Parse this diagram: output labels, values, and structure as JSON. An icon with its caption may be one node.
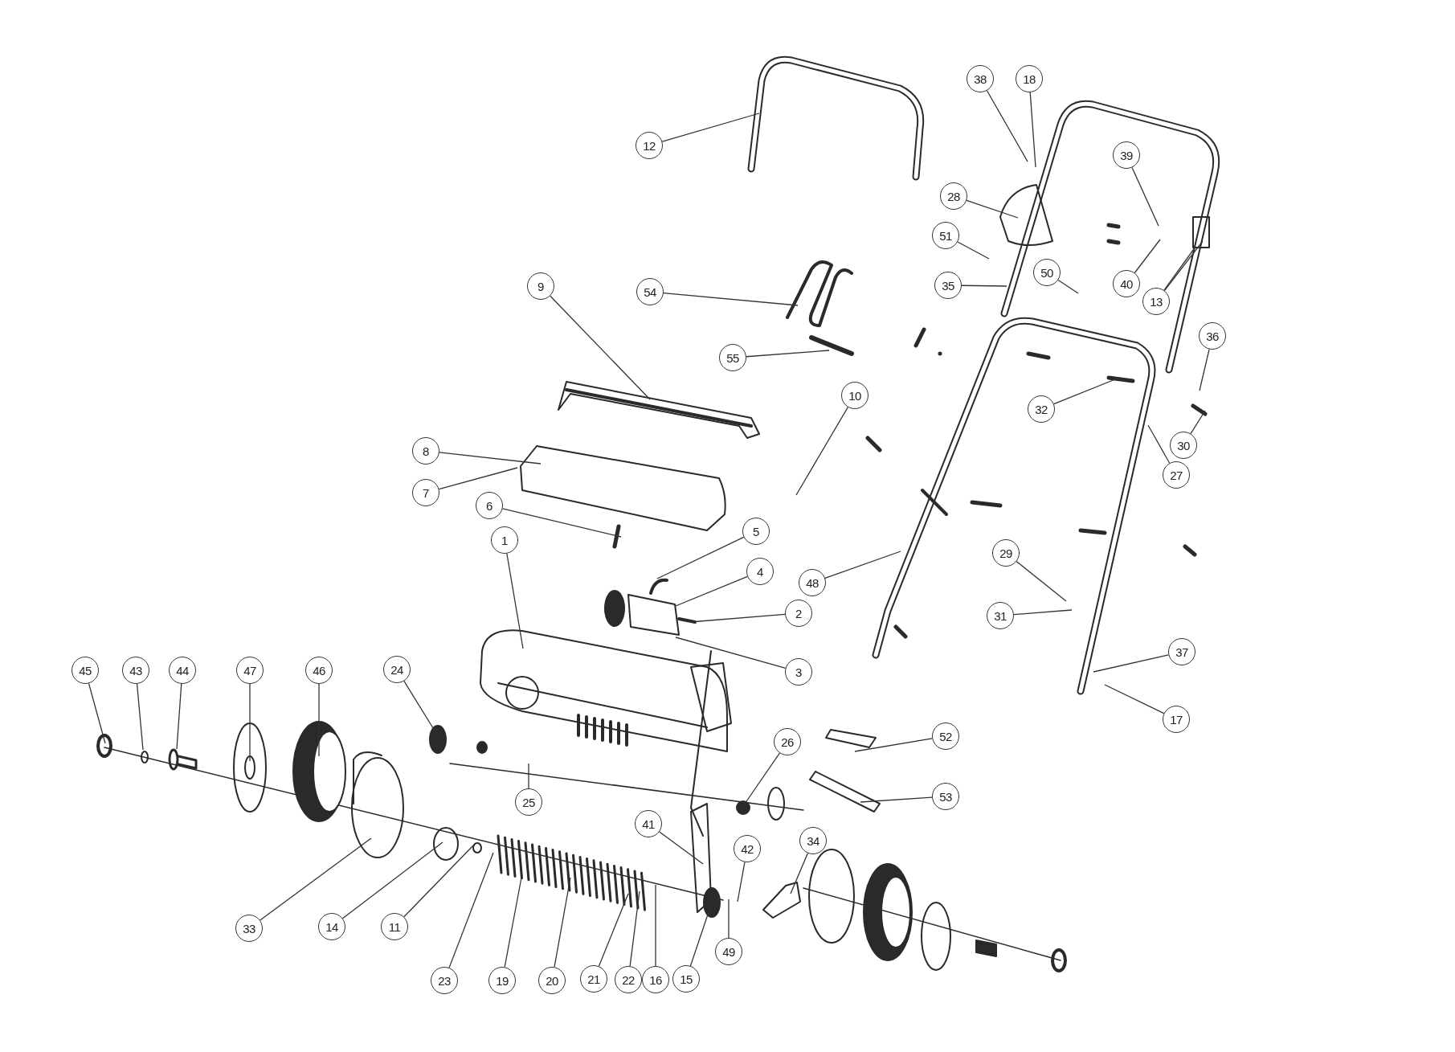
{
  "diagram": {
    "nodes": [
      {
        "text": [
          "38"
        ]
      },
      {
        "text": [
          "18"
        ]
      },
      {
        "text": [
          "12"
        ]
      },
      {
        "text": [
          "39"
        ]
      },
      {
        "text": [
          "28"
        ]
      },
      {
        "text": [
          "51"
        ]
      },
      {
        "text": [
          "50"
        ]
      },
      {
        "text": [
          "35"
        ]
      },
      {
        "text": [
          "54"
        ]
      },
      {
        "text": [
          "40"
        ]
      },
      {
        "text": [
          "13"
        ]
      },
      {
        "text": [
          "55"
        ]
      },
      {
        "text": [
          "9"
        ]
      },
      {
        "text": [
          "36"
        ]
      },
      {
        "text": [
          "32"
        ]
      },
      {
        "text": [
          "10"
        ]
      },
      {
        "text": [
          "30"
        ]
      },
      {
        "text": [
          "27"
        ]
      },
      {
        "text": [
          "8"
        ]
      },
      {
        "text": [
          "7"
        ]
      },
      {
        "text": [
          "6"
        ]
      },
      {
        "text": [
          "5"
        ]
      },
      {
        "text": [
          "1"
        ]
      },
      {
        "text": [
          "4"
        ]
      },
      {
        "text": [
          "48"
        ]
      },
      {
        "text": [
          "29"
        ]
      },
      {
        "text": [
          "2"
        ]
      },
      {
        "text": [
          "31"
        ]
      },
      {
        "text": [
          "3"
        ]
      },
      {
        "text": [
          "37"
        ]
      },
      {
        "text": [
          "45"
        ]
      },
      {
        "text": [
          "43"
        ]
      },
      {
        "text": [
          "44"
        ]
      },
      {
        "text": [
          "47"
        ]
      },
      {
        "text": [
          "46"
        ]
      },
      {
        "text": [
          "24"
        ]
      },
      {
        "text": [
          "17"
        ]
      },
      {
        "text": [
          "52"
        ]
      },
      {
        "text": [
          "26"
        ]
      },
      {
        "text": [
          "25"
        ]
      },
      {
        "text": [
          "53"
        ]
      },
      {
        "text": [
          "41"
        ]
      },
      {
        "text": [
          "34"
        ]
      },
      {
        "text": [
          "42"
        ]
      },
      {
        "text": [
          "33"
        ]
      },
      {
        "text": [
          "14"
        ]
      },
      {
        "text": [
          "11"
        ]
      },
      {
        "text": [
          "49"
        ]
      },
      {
        "text": [
          "23"
        ]
      },
      {
        "text": [
          "19"
        ]
      },
      {
        "text": [
          "20"
        ]
      },
      {
        "text": [
          "21"
        ]
      },
      {
        "text": [
          "22"
        ]
      },
      {
        "text": [
          "16"
        ]
      },
      {
        "text": [
          "15"
        ]
      }
    ],
    "edges": [
      {
        "from": 0,
        "to": null,
        "arrow": "none"
      },
      {
        "from": 1,
        "to": null,
        "arrow": "none"
      },
      {
        "from": 2,
        "to": null,
        "arrow": "none"
      },
      {
        "from": 3,
        "to": null,
        "arrow": "none"
      },
      {
        "from": 4,
        "to": null,
        "arrow": "none"
      },
      {
        "from": 5,
        "to": null,
        "arrow": "none"
      },
      {
        "from": 6,
        "to": null,
        "arrow": "none"
      },
      {
        "from": 7,
        "to": null,
        "arrow": "none"
      },
      {
        "from": 8,
        "to": null,
        "arrow": "none"
      },
      {
        "from": 9,
        "to": null,
        "arrow": "none"
      },
      {
        "from": 10,
        "to": null,
        "arrow": "none"
      },
      {
        "from": 10,
        "to": null,
        "arrow": "none"
      },
      {
        "from": 11,
        "to": null,
        "arrow": "none"
      },
      {
        "from": 12,
        "to": null,
        "arrow": "none"
      },
      {
        "from": 13,
        "to": null,
        "arrow": "none"
      },
      {
        "from": 14,
        "to": null,
        "arrow": "none"
      },
      {
        "from": 15,
        "to": null,
        "arrow": "none"
      },
      {
        "from": 16,
        "to": null,
        "arrow": "none"
      },
      {
        "from": 17,
        "to": null,
        "arrow": "none"
      },
      {
        "from": 18,
        "to": null,
        "arrow": "none"
      },
      {
        "from": 19,
        "to": null,
        "arrow": "none"
      },
      {
        "from": 20,
        "to": null,
        "arrow": "none"
      },
      {
        "from": 21,
        "to": null,
        "arrow": "none"
      },
      {
        "from": 22,
        "to": null,
        "arrow": "none"
      },
      {
        "from": 23,
        "to": null,
        "arrow": "none"
      },
      {
        "from": 24,
        "to": null,
        "arrow": "none"
      },
      {
        "from": 25,
        "to": null,
        "arrow": "none"
      },
      {
        "from": 26,
        "to": null,
        "arrow": "none"
      },
      {
        "from": 27,
        "to": null,
        "arrow": "none"
      },
      {
        "from": 28,
        "to": null,
        "arrow": "none"
      },
      {
        "from": 29,
        "to": null,
        "arrow": "none"
      },
      {
        "from": 30,
        "to": null,
        "arrow": "none"
      },
      {
        "from": 31,
        "to": null,
        "arrow": "none"
      },
      {
        "from": 32,
        "to": null,
        "arrow": "none"
      },
      {
        "from": 33,
        "to": null,
        "arrow": "none"
      },
      {
        "from": 34,
        "to": null,
        "arrow": "none"
      },
      {
        "from": 35,
        "to": null,
        "arrow": "none"
      },
      {
        "from": 36,
        "to": null,
        "arrow": "none"
      },
      {
        "from": 37,
        "to": null,
        "arrow": "none"
      },
      {
        "from": 38,
        "to": null,
        "arrow": "none"
      },
      {
        "from": 39,
        "to": null,
        "arrow": "none"
      },
      {
        "from": 40,
        "to": null,
        "arrow": "none"
      },
      {
        "from": 41,
        "to": null,
        "arrow": "none"
      },
      {
        "from": 42,
        "to": null,
        "arrow": "none"
      },
      {
        "from": 43,
        "to": null,
        "arrow": "none"
      },
      {
        "from": 44,
        "to": null,
        "arrow": "none"
      },
      {
        "from": 45,
        "to": null,
        "arrow": "none"
      },
      {
        "from": 46,
        "to": null,
        "arrow": "none"
      },
      {
        "from": 47,
        "to": null,
        "arrow": "none"
      },
      {
        "from": 48,
        "to": null,
        "arrow": "none"
      },
      {
        "from": 49,
        "to": null,
        "arrow": "none"
      },
      {
        "from": 50,
        "to": null,
        "arrow": "none"
      },
      {
        "from": 51,
        "to": null,
        "arrow": "none"
      },
      {
        "from": 52,
        "to": null,
        "arrow": "none"
      },
      {
        "from": 53,
        "to": null,
        "arrow": "none"
      },
      {
        "from": 54,
        "to": null,
        "arrow": "none"
      }
    ]
  }
}
